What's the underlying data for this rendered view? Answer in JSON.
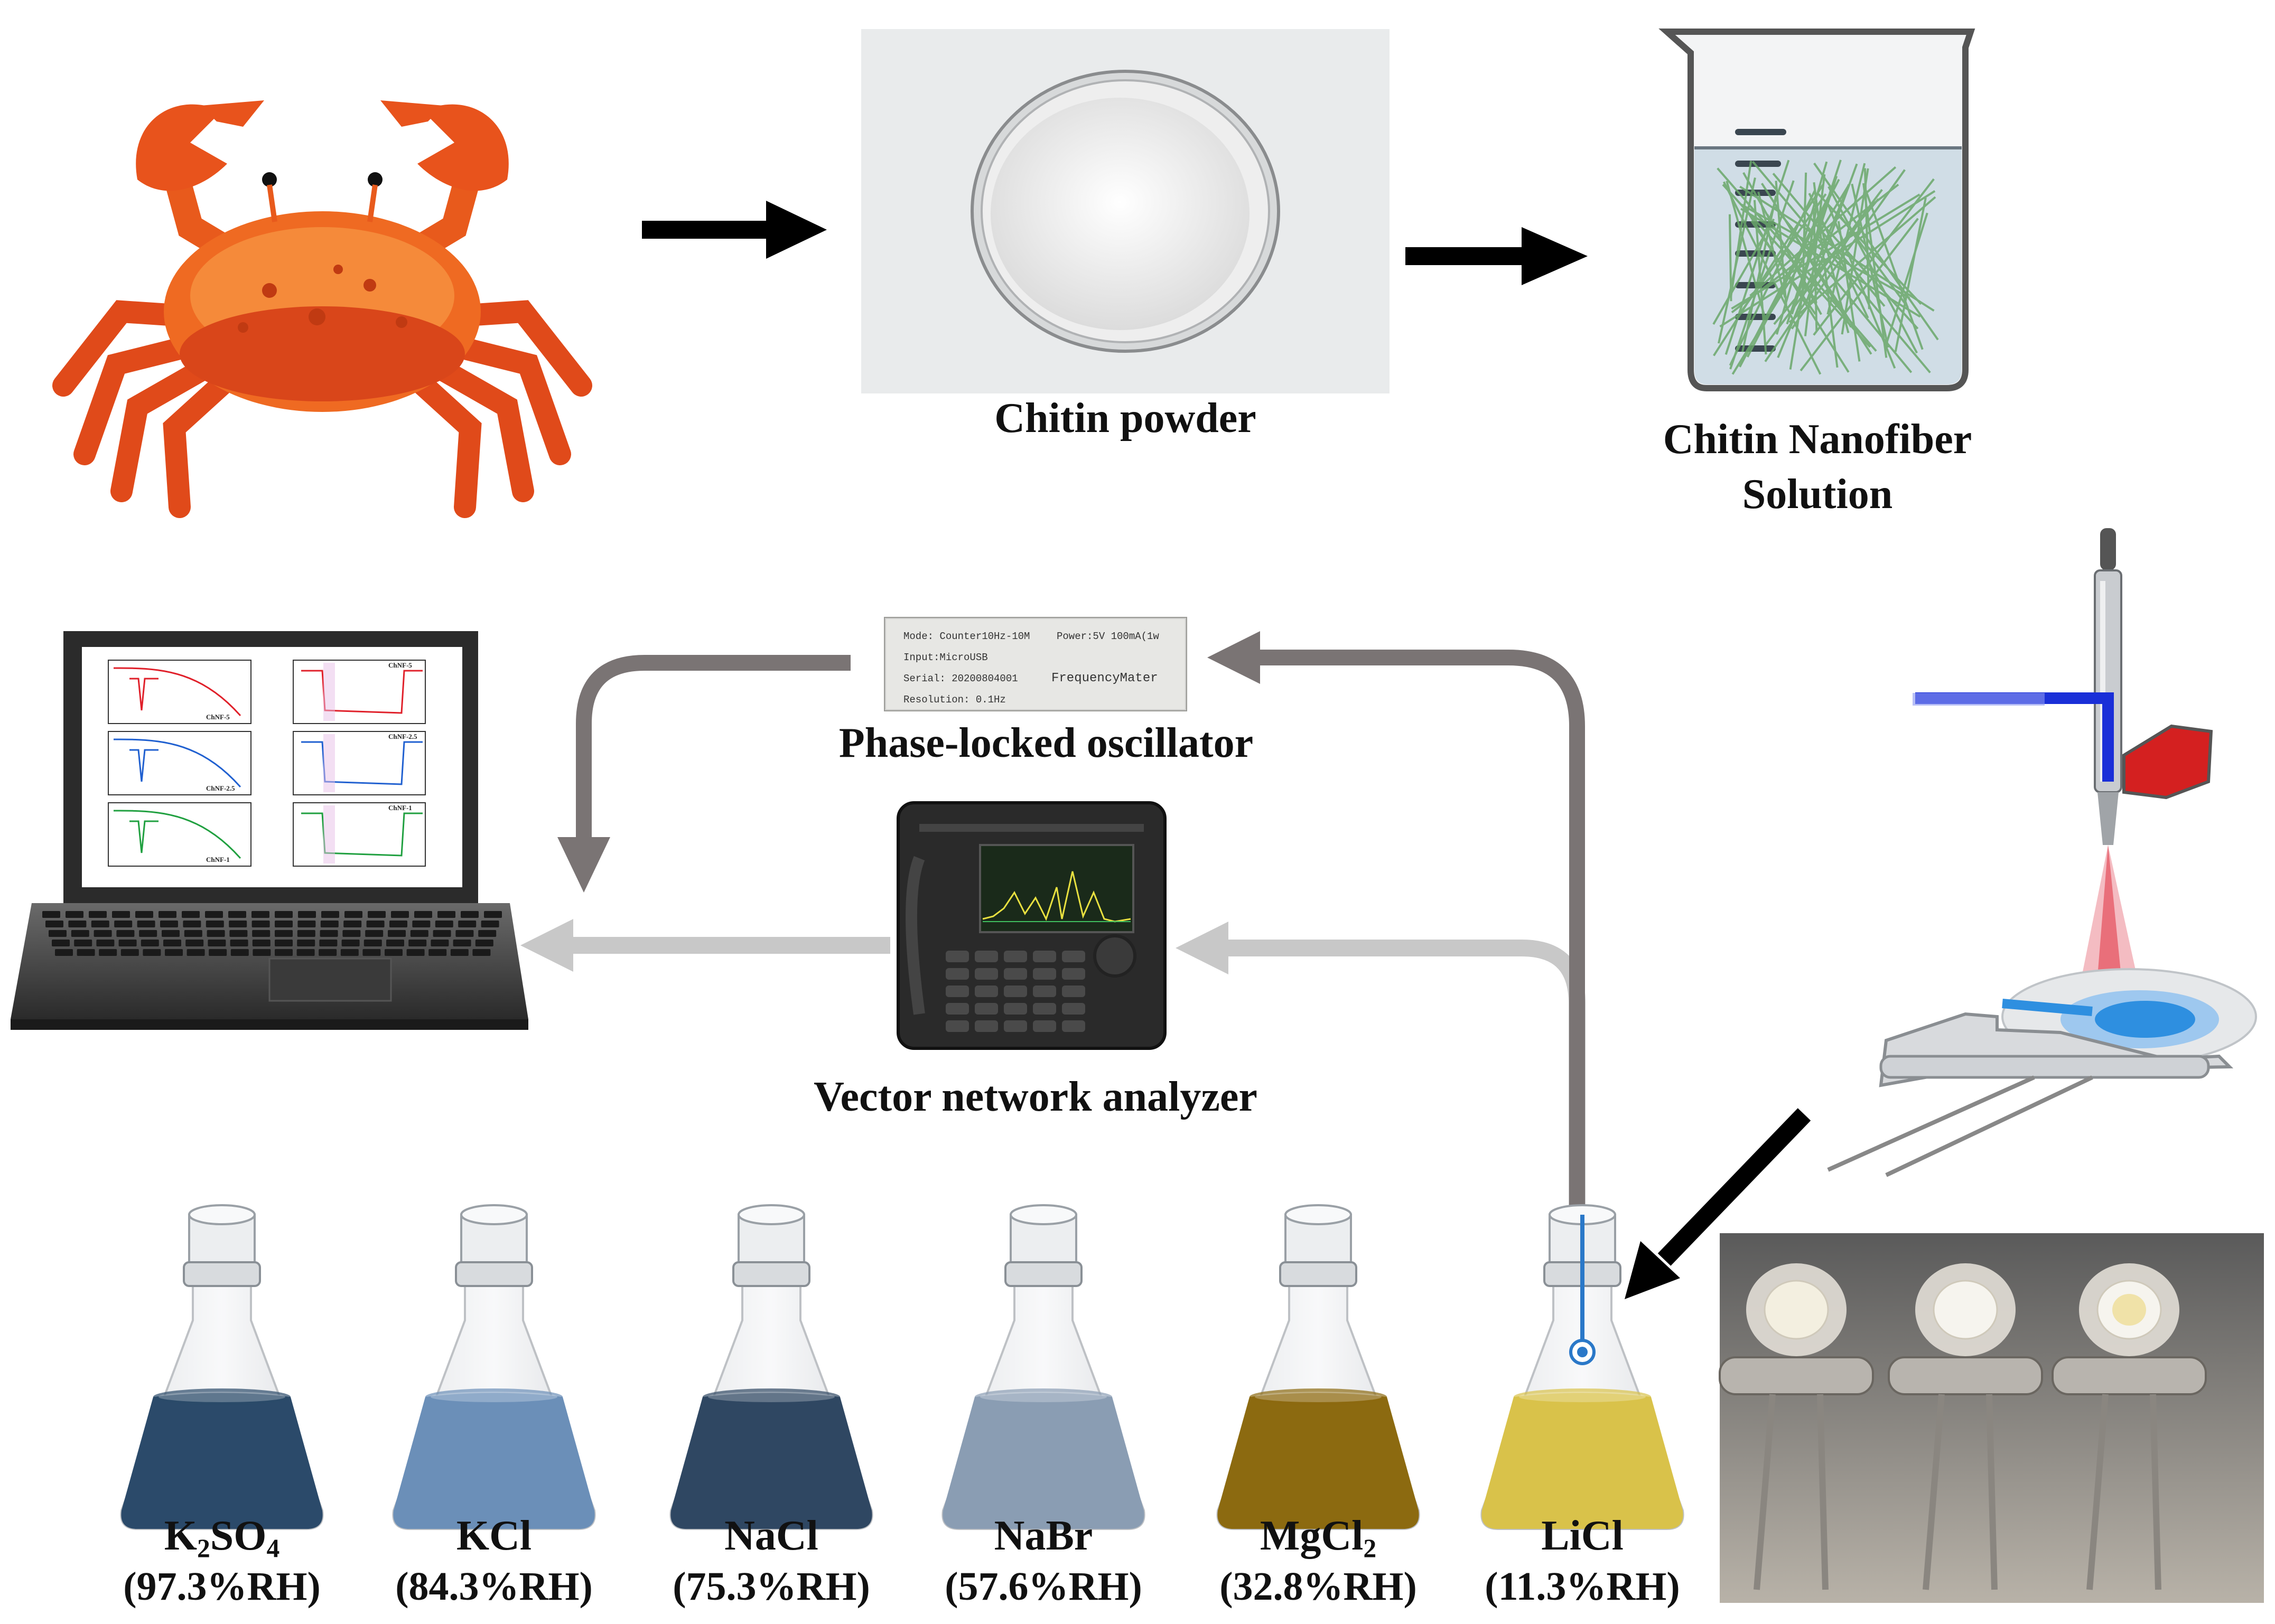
{
  "materials": {
    "chitin_powder_label": "Chitin powder",
    "nanofiber_label_line1": "Chitin Nanofiber",
    "nanofiber_label_line2": "Solution"
  },
  "instruments": {
    "oscillator_label": "Phase-locked oscillator",
    "vna_label": "Vector network analyzer",
    "oscillator_plate": {
      "line1_left": "Mode: Counter10Hz-10M",
      "line1_right": "Power:5V 100mA(1w",
      "line2": "Input:MicroUSB",
      "line3": "Serial: 20200804001",
      "line3_right": "FrequencyMater",
      "line4": "Resolution: 0.1Hz"
    }
  },
  "salts": [
    {
      "formula": "K",
      "sub1": "2",
      "formula2": "SO",
      "sub2": "4",
      "rh": "(97.3%RH)",
      "color": "#2b4a6a"
    },
    {
      "formula": "KCl",
      "sub1": "",
      "formula2": "",
      "sub2": "",
      "rh": "(84.3%RH)",
      "color": "#6b8fb8"
    },
    {
      "formula": "NaCl",
      "sub1": "",
      "formula2": "",
      "sub2": "",
      "rh": "(75.3%RH)",
      "color": "#2f4762"
    },
    {
      "formula": "NaBr",
      "sub1": "",
      "formula2": "",
      "sub2": "",
      "rh": "(57.6%RH)",
      "color": "#8a9db3"
    },
    {
      "formula": "MgCl",
      "sub1": "2",
      "formula2": "",
      "sub2": "",
      "rh": "(32.8%RH)",
      "color": "#8c6a10"
    },
    {
      "formula": "LiCl",
      "sub1": "",
      "formula2": "",
      "sub2": "",
      "rh": "(11.3%RH)",
      "color": "#d9c24a"
    }
  ],
  "icons": [
    "crab-icon",
    "petri-dish-icon",
    "beaker-icon",
    "airbrush-icon",
    "qcm-sensor-icon",
    "laptop-icon",
    "oscillator-icon",
    "vna-icon",
    "flask-icon",
    "sensor-photo"
  ],
  "colors": {
    "arrow_black": "#000000",
    "arrow_dark_gray": "#7a7474",
    "arrow_light_gray": "#c8c8c8",
    "fiber_green": "#6aa86a",
    "airbrush_red": "#d42020",
    "airbrush_blue": "#1a2fd8"
  },
  "chart_data": {
    "type": "line",
    "panels": [
      {
        "name": "ChNF-5",
        "color": "#e0202a"
      },
      {
        "name": "ChNF-2.5",
        "color": "#2060d0"
      },
      {
        "name": "ChNF-1",
        "color": "#20a040"
      }
    ]
  }
}
